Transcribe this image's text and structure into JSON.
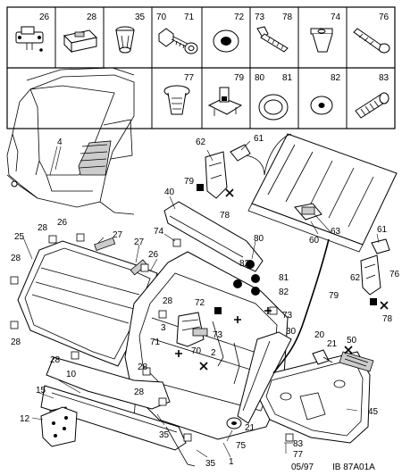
{
  "fasteners_header": [
    {
      "num": "26",
      "icon": "clip-fastener-icon"
    },
    {
      "num": "28",
      "icon": "bracket-clip-icon"
    },
    {
      "num": "35",
      "icon": "push-rivet-icon"
    },
    {
      "num": "70",
      "icon": "bolt-washer-icon"
    },
    {
      "num": "71",
      "icon": ""
    },
    {
      "num": "72",
      "icon": "grommet-icon"
    },
    {
      "num": "73",
      "icon": "screw-icon"
    },
    {
      "num": "78",
      "icon": ""
    },
    {
      "num": "74",
      "icon": "expansion-nut-icon"
    },
    {
      "num": "76",
      "icon": "tapping-screw-icon"
    },
    {
      "num": "77",
      "icon": "push-clip-icon"
    },
    {
      "num": "79",
      "icon": "retainer-clip-icon"
    },
    {
      "num": "80",
      "icon": "rubber-plug-icon"
    },
    {
      "num": "81",
      "icon": ""
    },
    {
      "num": "82",
      "icon": "flat-washer-icon"
    },
    {
      "num": "83",
      "icon": "threaded-stud-icon"
    }
  ],
  "callouts": {
    "c4": "4",
    "c62a": "62",
    "c61a": "61",
    "c79a": "79",
    "c78a": "78",
    "c40": "40",
    "c74": "74",
    "c80": "80",
    "c82a": "82",
    "c81": "81",
    "c82b": "82",
    "c60": "60",
    "c63": "63",
    "c61b": "61",
    "c62b": "62",
    "c76": "76",
    "c79b": "79",
    "c78b": "78",
    "c25": "25",
    "c28a": "28",
    "c26a": "26",
    "c27a": "27",
    "c28b": "28",
    "c27b": "27",
    "c26b": "26",
    "c28c": "28",
    "c28d": "28",
    "c3": "3",
    "c72": "72",
    "c28e": "28",
    "c73a": "73",
    "c73b": "73",
    "c71": "71",
    "c70": "70",
    "c2": "2",
    "c30": "30",
    "c20": "20",
    "c21a": "21",
    "c50": "50",
    "c28f": "28",
    "c10": "10",
    "c28g": "28",
    "c15": "15",
    "c12": "12",
    "c35a": "35",
    "c45": "45",
    "c75": "75",
    "c21b": "21",
    "c35b": "35",
    "c1": "1",
    "c83": "83",
    "c77": "77"
  },
  "footer": {
    "date": "05/97",
    "ref": "IB 87A01A"
  }
}
